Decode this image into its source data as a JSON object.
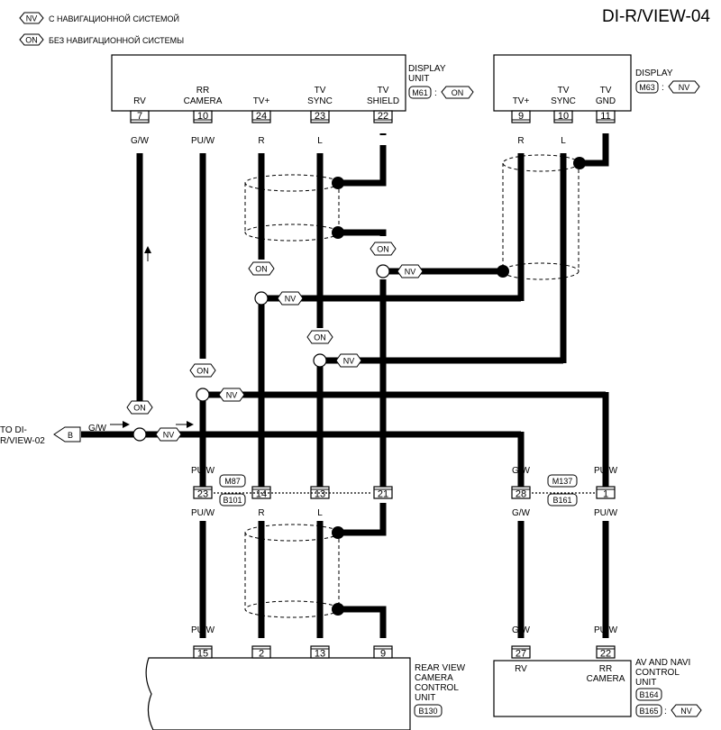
{
  "page_title": "DI-R/VIEW-04",
  "legend": [
    {
      "tag": "NV",
      "text": "С НАВИГАЦИОННОЙ СИСТЕМОЙ"
    },
    {
      "tag": "ON",
      "text": "БЕЗ НАВИГАЦИОННОЙ СИСТЕМЫ"
    }
  ],
  "display_unit": {
    "name_line1": "DISPLAY",
    "name_line2": "UNIT",
    "connector": "M61",
    "option": "ON",
    "pins": [
      {
        "label1": "RV",
        "label2": "",
        "pin": "7",
        "wire": "G/W"
      },
      {
        "label1": "RR",
        "label2": "CAMERA",
        "pin": "10",
        "wire": "PU/W"
      },
      {
        "label1": "TV+",
        "label2": "",
        "pin": "24",
        "wire": "R"
      },
      {
        "label1": "TV",
        "label2": "SYNC",
        "pin": "23",
        "wire": "L"
      },
      {
        "label1": "TV",
        "label2": "SHIELD",
        "pin": "22",
        "wire": ""
      }
    ]
  },
  "display": {
    "name": "DISPLAY",
    "connector": "M63",
    "option": "NV",
    "pins": [
      {
        "label1": "TV+",
        "label2": "",
        "pin": "9",
        "wire": "R"
      },
      {
        "label1": "TV",
        "label2": "SYNC",
        "pin": "10",
        "wire": "L"
      },
      {
        "label1": "TV",
        "label2": "GND",
        "pin": "11",
        "wire": ""
      }
    ]
  },
  "splice_tags": {
    "on": "ON",
    "nv": "NV"
  },
  "offpage": {
    "line1": "TO DI-",
    "line2": "R/VIEW-02",
    "letter": "B",
    "wire": "G/W"
  },
  "joint_left": {
    "connector_top": "M87",
    "connector_bottom": "B101",
    "pins": [
      {
        "pin": "23",
        "wire_top": "PU/W",
        "wire_bottom": "PU/W"
      },
      {
        "pin": "14",
        "wire_top": "R",
        "wire_bottom": "R"
      },
      {
        "pin": "13",
        "wire_top": "L",
        "wire_bottom": "L"
      },
      {
        "pin": "21",
        "wire_top": "",
        "wire_bottom": ""
      }
    ]
  },
  "joint_right": {
    "connector_top": "M137",
    "connector_bottom": "B161",
    "pins": [
      {
        "pin": "28",
        "wire_top": "G/W",
        "wire_bottom": "G/W"
      },
      {
        "pin": "1",
        "wire_top": "PU/W",
        "wire_bottom": "PU/W"
      }
    ]
  },
  "rear_camera": {
    "lines": [
      "REAR VIEW",
      "CAMERA",
      "CONTROL",
      "UNIT"
    ],
    "connector": "B130",
    "pins": [
      {
        "pin": "15",
        "wire": "PU/W"
      },
      {
        "pin": "2",
        "wire": "R"
      },
      {
        "pin": "13",
        "wire": "L"
      },
      {
        "pin": "9",
        "wire": ""
      }
    ]
  },
  "av_unit": {
    "lines": [
      "AV AND NAVI",
      "CONTROL",
      "UNIT"
    ],
    "connector1": "B164",
    "connector2": "B165",
    "option": "NV",
    "pins": [
      {
        "label1": "RV",
        "label2": "",
        "pin": "27",
        "wire": "G/W"
      },
      {
        "label1": "RR",
        "label2": "CAMERA",
        "pin": "22",
        "wire": "PU/W"
      }
    ]
  }
}
